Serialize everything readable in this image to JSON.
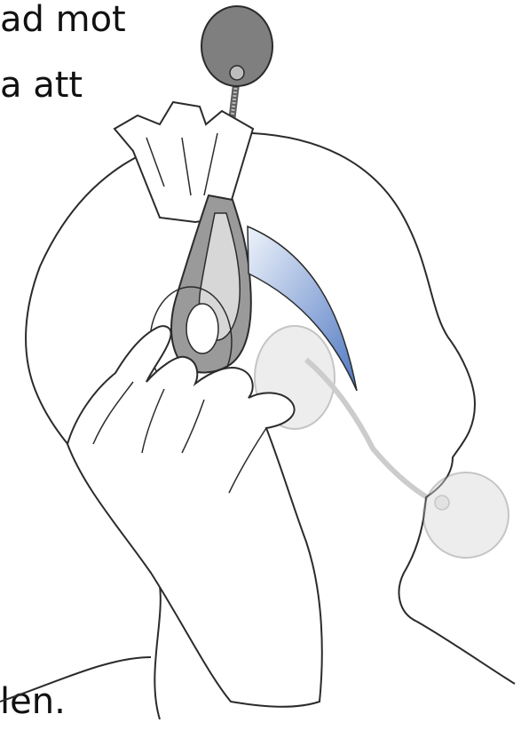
{
  "text_fragments": [
    "ad mot",
    "a att",
    "len."
  ],
  "colors": {
    "line": "#2b2b2b",
    "headset_gray": "#8f8f8f",
    "headset_dark": "#5f5f5f",
    "ghost_gray": "#d9d9d9",
    "arrow_blue_start": "#eef3fb",
    "arrow_blue_end": "#4f78c2",
    "skin": "#ffffff"
  },
  "icons": [
    "head-silhouette",
    "hand",
    "headset",
    "ghost-headset",
    "rotation-arrow"
  ]
}
